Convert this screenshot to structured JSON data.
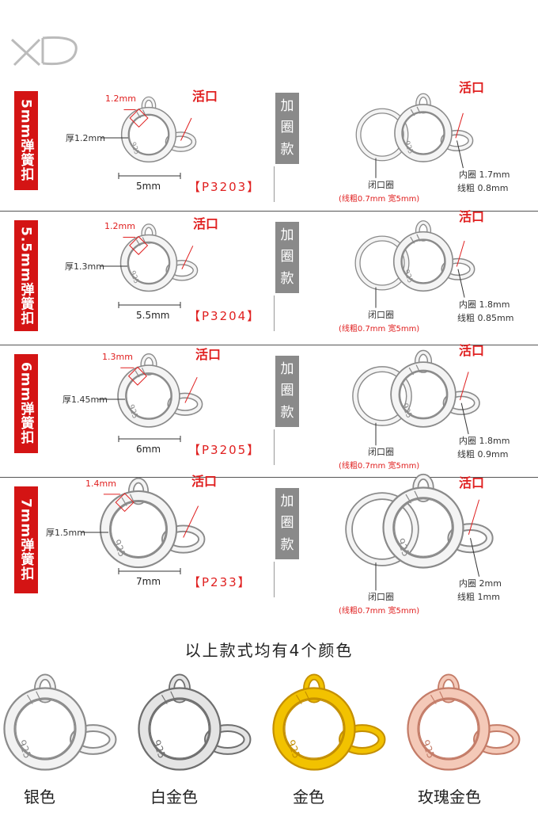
{
  "logo": "XD",
  "sections": [
    {
      "side_label": "5mm弹簧扣",
      "thickness": "厚1.2mm",
      "gap_size": "1.2mm",
      "open_label": "活口",
      "width": "5mm",
      "code": "【P3203】",
      "add_ring_label": [
        "加",
        "圈",
        "款"
      ],
      "open_label_right": "活口",
      "inner_ring": "内圈 1.7mm",
      "wire": "线粗 0.8mm",
      "closed_ring": "闭口圈",
      "closed_ring_spec": "(线粗0.7mm  宽5mm)"
    },
    {
      "side_label": "5.5mm弹簧扣",
      "thickness": "厚1.3mm",
      "gap_size": "1.2mm",
      "open_label": "活口",
      "width": "5.5mm",
      "code": "【P3204】",
      "add_ring_label": [
        "加",
        "圈",
        "款"
      ],
      "open_label_right": "活口",
      "inner_ring": "内圈 1.8mm",
      "wire": "线粗 0.85mm",
      "closed_ring": "闭口圈",
      "closed_ring_spec": "(线粗0.7mm  宽5mm)"
    },
    {
      "side_label": "6mm弹簧扣",
      "thickness": "厚1.45mm",
      "gap_size": "1.3mm",
      "open_label": "活口",
      "width": "6mm",
      "code": "【P3205】",
      "add_ring_label": [
        "加",
        "圈",
        "款"
      ],
      "open_label_right": "活口",
      "inner_ring": "内圈 1.8mm",
      "wire": "线粗 0.9mm",
      "closed_ring": "闭口圈",
      "closed_ring_spec": "(线粗0.7mm  宽5mm)"
    },
    {
      "side_label": "7mm弹簧扣",
      "thickness": "厚1.5mm",
      "gap_size": "1.4mm",
      "open_label": "活口",
      "width": "7mm",
      "code": "【P233】",
      "add_ring_label": [
        "加",
        "圈",
        "款"
      ],
      "open_label_right": "活口",
      "inner_ring": "内圈 2mm",
      "wire": "线粗 1mm",
      "closed_ring": "闭口圈",
      "closed_ring_spec": "(线粗0.7mm  宽5mm)"
    }
  ],
  "colors_title": "以上款式均有4个颜色",
  "colors": [
    {
      "name": "银色",
      "fill": "#f2f2f2",
      "stroke": "#8c8c8c"
    },
    {
      "name": "白金色",
      "fill": "#e4e4e4",
      "stroke": "#6f6f6f"
    },
    {
      "name": "金色",
      "fill": "#f2c200",
      "stroke": "#c48f00"
    },
    {
      "name": "玫瑰金色",
      "fill": "#f4c9b8",
      "stroke": "#c47c68"
    }
  ],
  "stamp": "925"
}
